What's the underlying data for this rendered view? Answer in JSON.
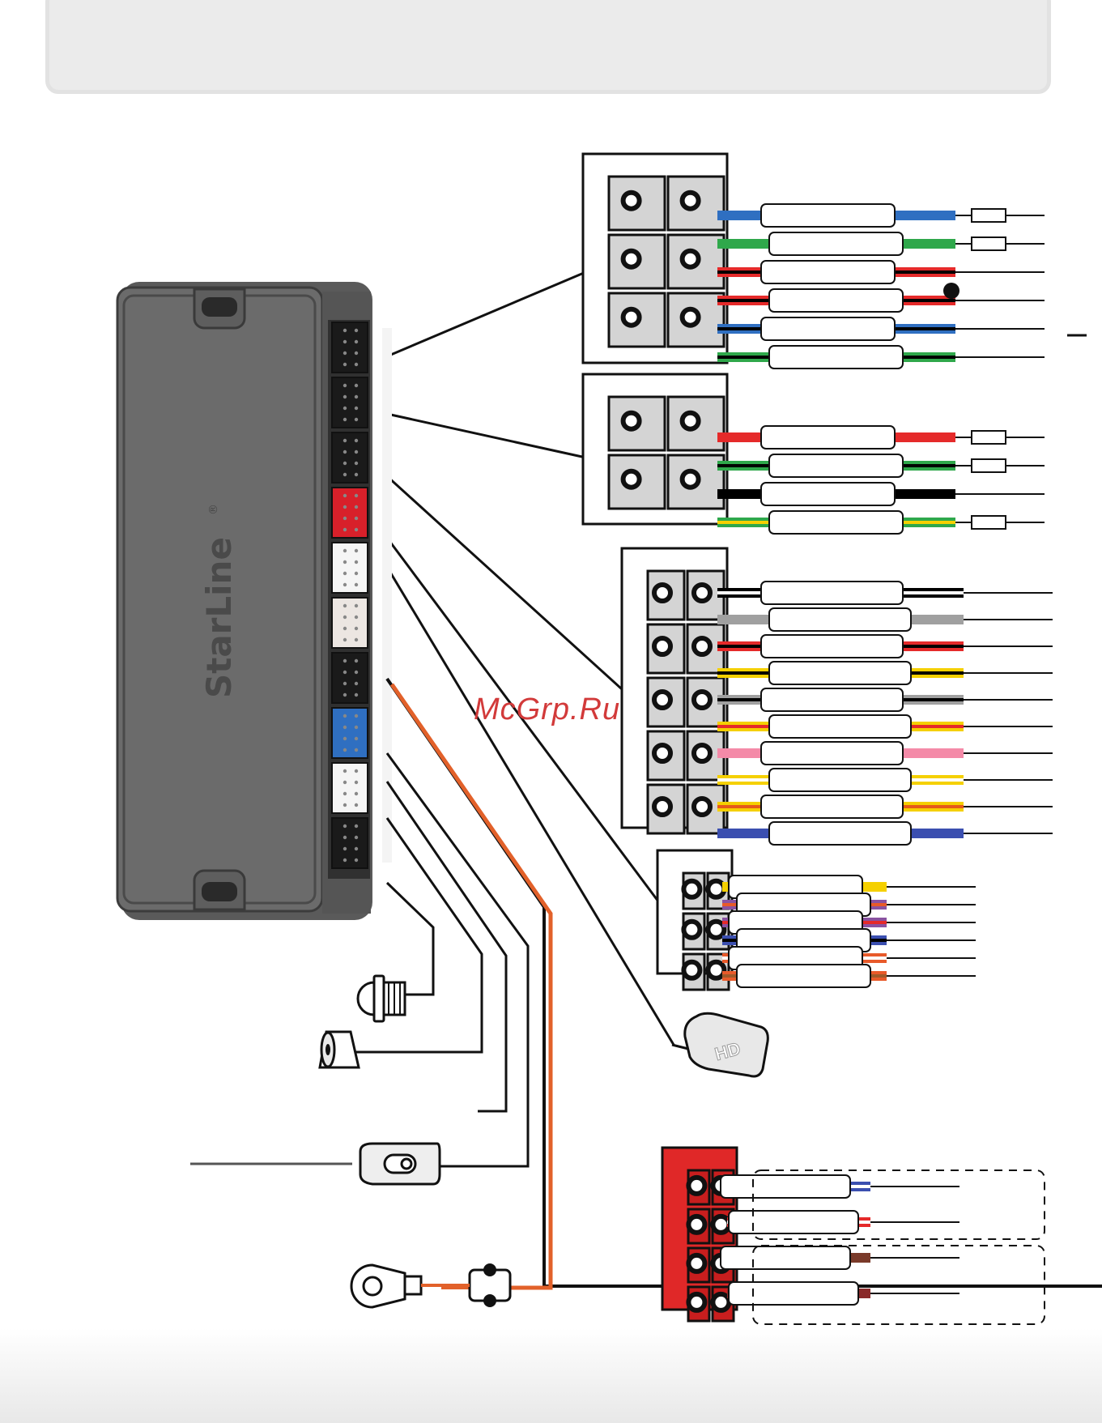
{
  "brand": {
    "name": "StarLine",
    "mark": "®"
  },
  "watermark": {
    "text": "McGrp.Ru"
  },
  "connectors": [
    {
      "id": "c1",
      "wires": [
        {
          "c1": "#2f6fc1",
          "c2": "#2f6fc1",
          "fuse": true
        },
        {
          "c1": "#2fa84b",
          "c2": "#2fa84b",
          "fuse": true
        },
        {
          "c1": "#e52a2a",
          "c2": "#000000",
          "fuse": false
        },
        {
          "c1": "#e52a2a",
          "c2": "#000000",
          "fuse": false
        },
        {
          "c1": "#2f6fc1",
          "c2": "#000000",
          "fuse": false
        },
        {
          "c1": "#2fa84b",
          "c2": "#000000",
          "fuse": false
        }
      ]
    },
    {
      "id": "c2",
      "wires": [
        {
          "c1": "#e52a2a",
          "c2": "#e52a2a",
          "fuse": true
        },
        {
          "c1": "#2fa84b",
          "c2": "#000000",
          "fuse": true
        },
        {
          "c1": "#000000",
          "c2": "#000000",
          "fuse": false
        },
        {
          "c1": "#2fa84b",
          "c2": "#f5d000",
          "fuse": true
        }
      ]
    },
    {
      "id": "c3",
      "wires": [
        {
          "c1": "#000000",
          "c2": "#ffffff"
        },
        {
          "c1": "#a0a0a0",
          "c2": "#a0a0a0"
        },
        {
          "c1": "#e52a2a",
          "c2": "#000000"
        },
        {
          "c1": "#f5d000",
          "c2": "#000000"
        },
        {
          "c1": "#a0a0a0",
          "c2": "#000000"
        },
        {
          "c1": "#f5d000",
          "c2": "#e52a2a"
        },
        {
          "c1": "#f48aa8",
          "c2": "#f48aa8"
        },
        {
          "c1": "#f5d000",
          "c2": "#ffffff"
        },
        {
          "c1": "#f5d000",
          "c2": "#e55a1a"
        },
        {
          "c1": "#3b4fb0",
          "c2": "#3b4fb0"
        }
      ]
    },
    {
      "id": "c4",
      "wires": [
        {
          "c1": "#f5d000",
          "c2": "#f5d000"
        },
        {
          "c1": "#8a52a0",
          "c2": "#e85a2a"
        },
        {
          "c1": "#8a52a0",
          "c2": "#e52a2a"
        },
        {
          "c1": "#3b4fb0",
          "c2": "#000000"
        },
        {
          "c1": "#e85a2a",
          "c2": "#ffffff"
        },
        {
          "c1": "#e85a2a",
          "c2": "#a05a2a"
        }
      ]
    },
    {
      "id": "c5",
      "wires": [
        {
          "c1": "#3b4fb0",
          "c2": "#ffffff"
        },
        {
          "c1": "#e52a2a",
          "c2": "#ffffff"
        },
        {
          "c1": "#7a3a2a",
          "c2": "#7a3a2a"
        },
        {
          "c1": "#8a2a2a",
          "c2": "#8a2a2a"
        }
      ]
    }
  ],
  "unit_ports": [
    {
      "color": "#1a1a1a"
    },
    {
      "color": "#1a1a1a"
    },
    {
      "color": "#1a1a1a"
    },
    {
      "color": "#d8202a"
    },
    {
      "color": "#f5f5f5"
    },
    {
      "color": "#ece6e2"
    },
    {
      "color": "#1a1a1a"
    },
    {
      "color": "#2f6fc1"
    },
    {
      "color": "#f5f5f5"
    },
    {
      "color": "#1a1a1a"
    }
  ],
  "accessories": [
    {
      "icon": "led-indicator-icon"
    },
    {
      "icon": "service-button-icon"
    },
    {
      "icon": "temperature-sensor-icon"
    },
    {
      "icon": "ground-ring-terminal-icon"
    },
    {
      "icon": "gps-antenna-icon"
    }
  ]
}
